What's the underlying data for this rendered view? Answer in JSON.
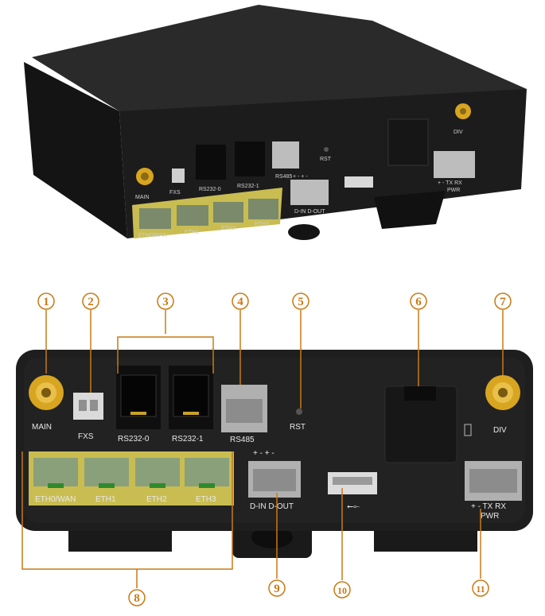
{
  "top_view": {
    "labels": {
      "main": "MAIN",
      "fxs": "FXS",
      "rs232_0": "RS232-0",
      "rs232_1": "RS232-1",
      "rs485": "RS485",
      "rst": "RST",
      "div": "DIV",
      "pwr": "PWR",
      "pwr_pins": "+  -  TX RX",
      "eth0": "ETH0/WAN",
      "eth1": "ETH1",
      "eth2": "ETH2",
      "eth3": "ETH3",
      "din_dout": "D-IN D-OUT",
      "io_pins": "+  -  +  -"
    }
  },
  "front_view": {
    "labels": {
      "main": "MAIN",
      "fxs": "FXS",
      "rs232_0": "RS232-0",
      "rs232_1": "RS232-1",
      "rs485": "RS485",
      "rst": "RST",
      "div": "DIV",
      "pwr": "PWR",
      "pwr_pins": "+  -  TX RX",
      "eth0": "ETH0/WAN",
      "eth1": "ETH1",
      "eth2": "ETH2",
      "eth3": "ETH3",
      "din_dout": "D-IN D-OUT",
      "io_pins": "+  -  +  -"
    },
    "callouts": [
      "1",
      "2",
      "3",
      "4",
      "5",
      "6",
      "7",
      "8",
      "9",
      "10",
      "11"
    ]
  },
  "colors": {
    "callout": "#c87a14",
    "body": "#1e1e1e",
    "eth_panel": "#c9bd52",
    "eth_port": "#8aa07a",
    "antenna": "#d8a521"
  }
}
